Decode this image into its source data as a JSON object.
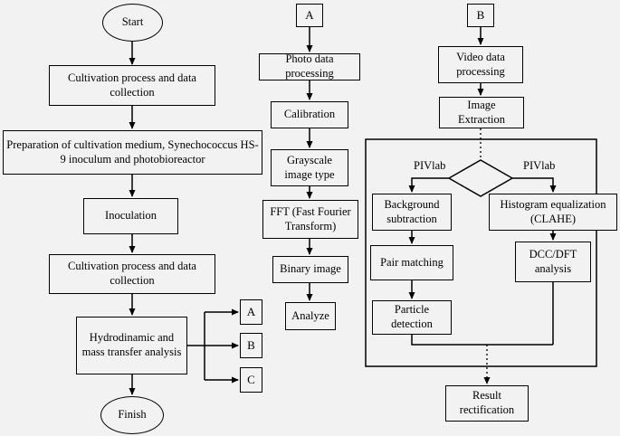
{
  "left_column": {
    "start": "Start",
    "cultivation_collection": "Cultivation process and data collection",
    "preparation": "Preparation of cultivation medium, Synechococcus HS-9 inoculum and photobioreactor",
    "inoculation": "Inoculation",
    "cultivation_collection_2": "Cultivation process and data collection",
    "hydrodynamic": "Hydrodinamic and mass transfer analysis",
    "finish": "Finish",
    "branch_a": "A",
    "branch_b": "B",
    "branch_c": "C"
  },
  "column_a": {
    "header": "A",
    "photo_processing": "Photo data processing",
    "calibration": "Calibration",
    "grayscale": "Grayscale image type",
    "fft": "FFT (Fast Fourier Transform)",
    "binary": "Binary image",
    "analyze": "Analyze"
  },
  "column_b": {
    "header": "B",
    "video_processing": "Video data processing",
    "image_extraction": "Image Extraction",
    "piv_left": "PIVlab",
    "piv_right": "PIVlab",
    "background": "Background subtraction",
    "pair_matching": "Pair matching",
    "particle_detection": "Particle detection",
    "histogram": "Histogram equalization (CLAHE)",
    "dcc_dft": "DCC/DFT analysis",
    "result": "Result rectification"
  }
}
